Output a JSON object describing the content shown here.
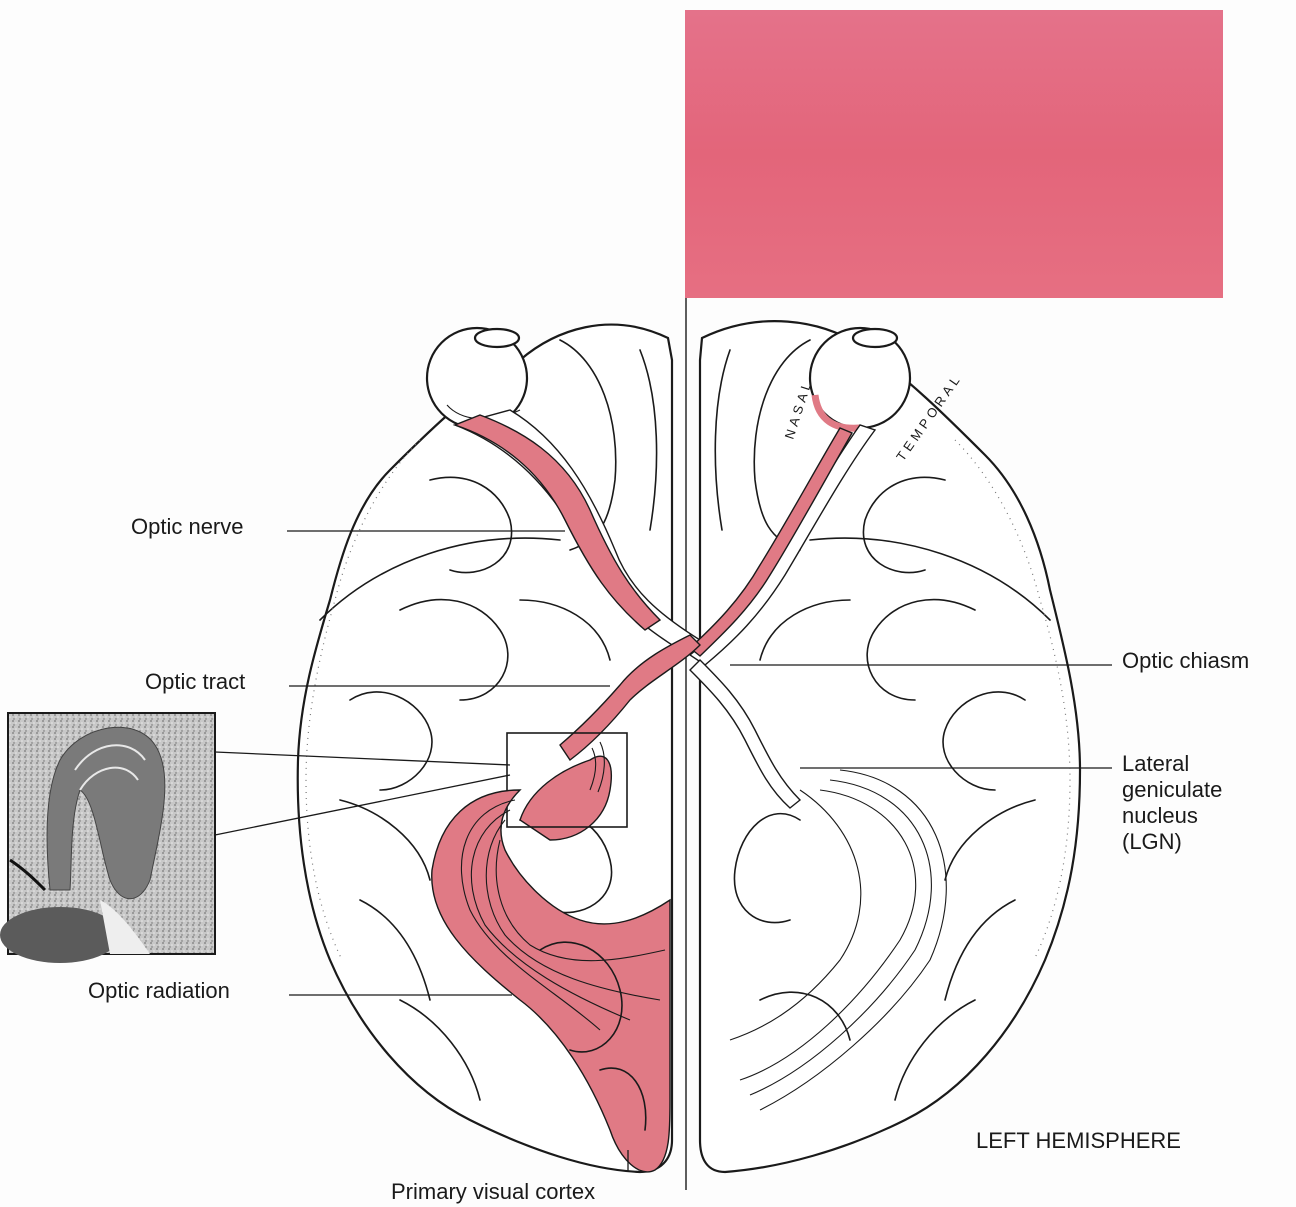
{
  "labels": {
    "optic_nerve": "Optic nerve",
    "optic_tract": "Optic tract",
    "optic_chiasm": "Optic chiasm",
    "lgn_line1": "Lateral",
    "lgn_line2": "geniculate",
    "lgn_line3": "nucleus",
    "lgn_line4": "(LGN)",
    "optic_radiation": "Optic radiation",
    "primary_visual_cortex": "Primary visual cortex",
    "left_hemisphere": "LEFT HEMISPHERE",
    "nasal": "NASAL",
    "temporal": "TEMPORAL"
  },
  "colors": {
    "pathway": "#e07a85",
    "visual_field_block": "#e36a7c",
    "outline": "#1a1a1a",
    "background": "#fdfdfd"
  },
  "icons": {
    "inset": "lgn-histology-micrograph"
  }
}
